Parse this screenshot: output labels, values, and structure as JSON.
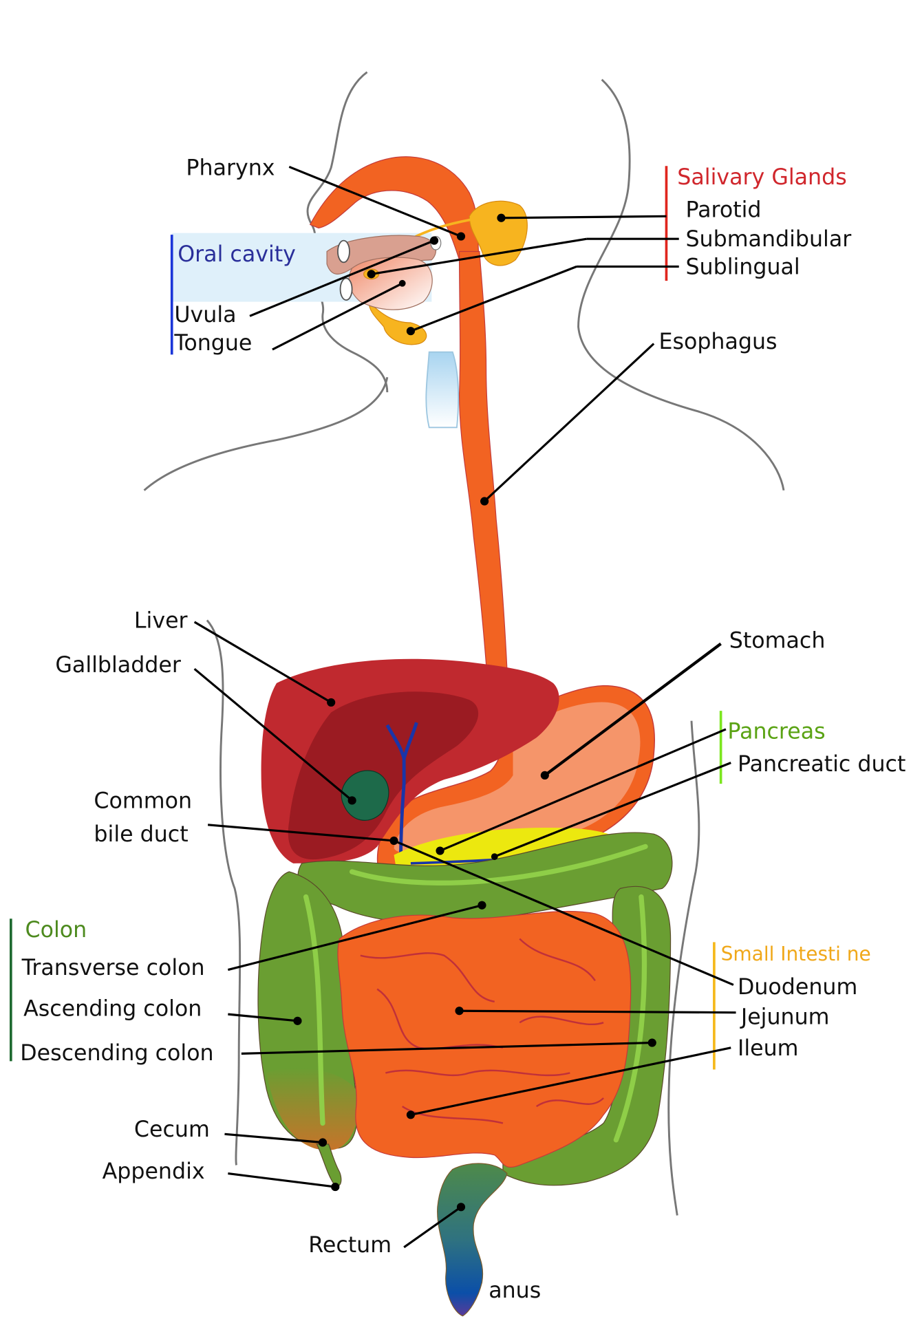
{
  "title": "Human digestive system diagram",
  "colors": {
    "salivary": "#d0262c",
    "oral_cavity": "#2a2f9a",
    "pancreas": "#5aa314",
    "colon": "#4d8a1e",
    "small_intestine": "#f0a81a",
    "tract_orange": "#f26322",
    "liver": "#b8262c",
    "colon_green": "#6a9e32"
  },
  "groups": {
    "salivary_glands": {
      "title": "Salivary Glands",
      "items": [
        "Parotid",
        "Submandibular",
        "Sublingual"
      ]
    },
    "oral_cavity": {
      "title": "Oral cavity",
      "items": [
        "Uvula",
        "Tongue"
      ]
    },
    "pancreas": {
      "title": "Pancreas",
      "items": [
        "Pancreatic duct"
      ]
    },
    "colon": {
      "title": "Colon",
      "items": [
        "Transverse colon",
        "Ascending colon",
        "Descending colon"
      ]
    },
    "small_intestine": {
      "title": "Small Intesti ne",
      "items": [
        "Duodenum",
        "Jejunum",
        "Ileum"
      ]
    }
  },
  "labels": {
    "pharynx": "Pharynx",
    "esophagus": "Esophagus",
    "liver": "Liver",
    "gallbladder": "Gallbladder",
    "stomach": "Stomach",
    "common_bile_duct_line1": "Common",
    "common_bile_duct_line2": "bile duct",
    "cecum": "Cecum",
    "appendix": "Appendix",
    "rectum": "Rectum",
    "anus": "anus"
  }
}
